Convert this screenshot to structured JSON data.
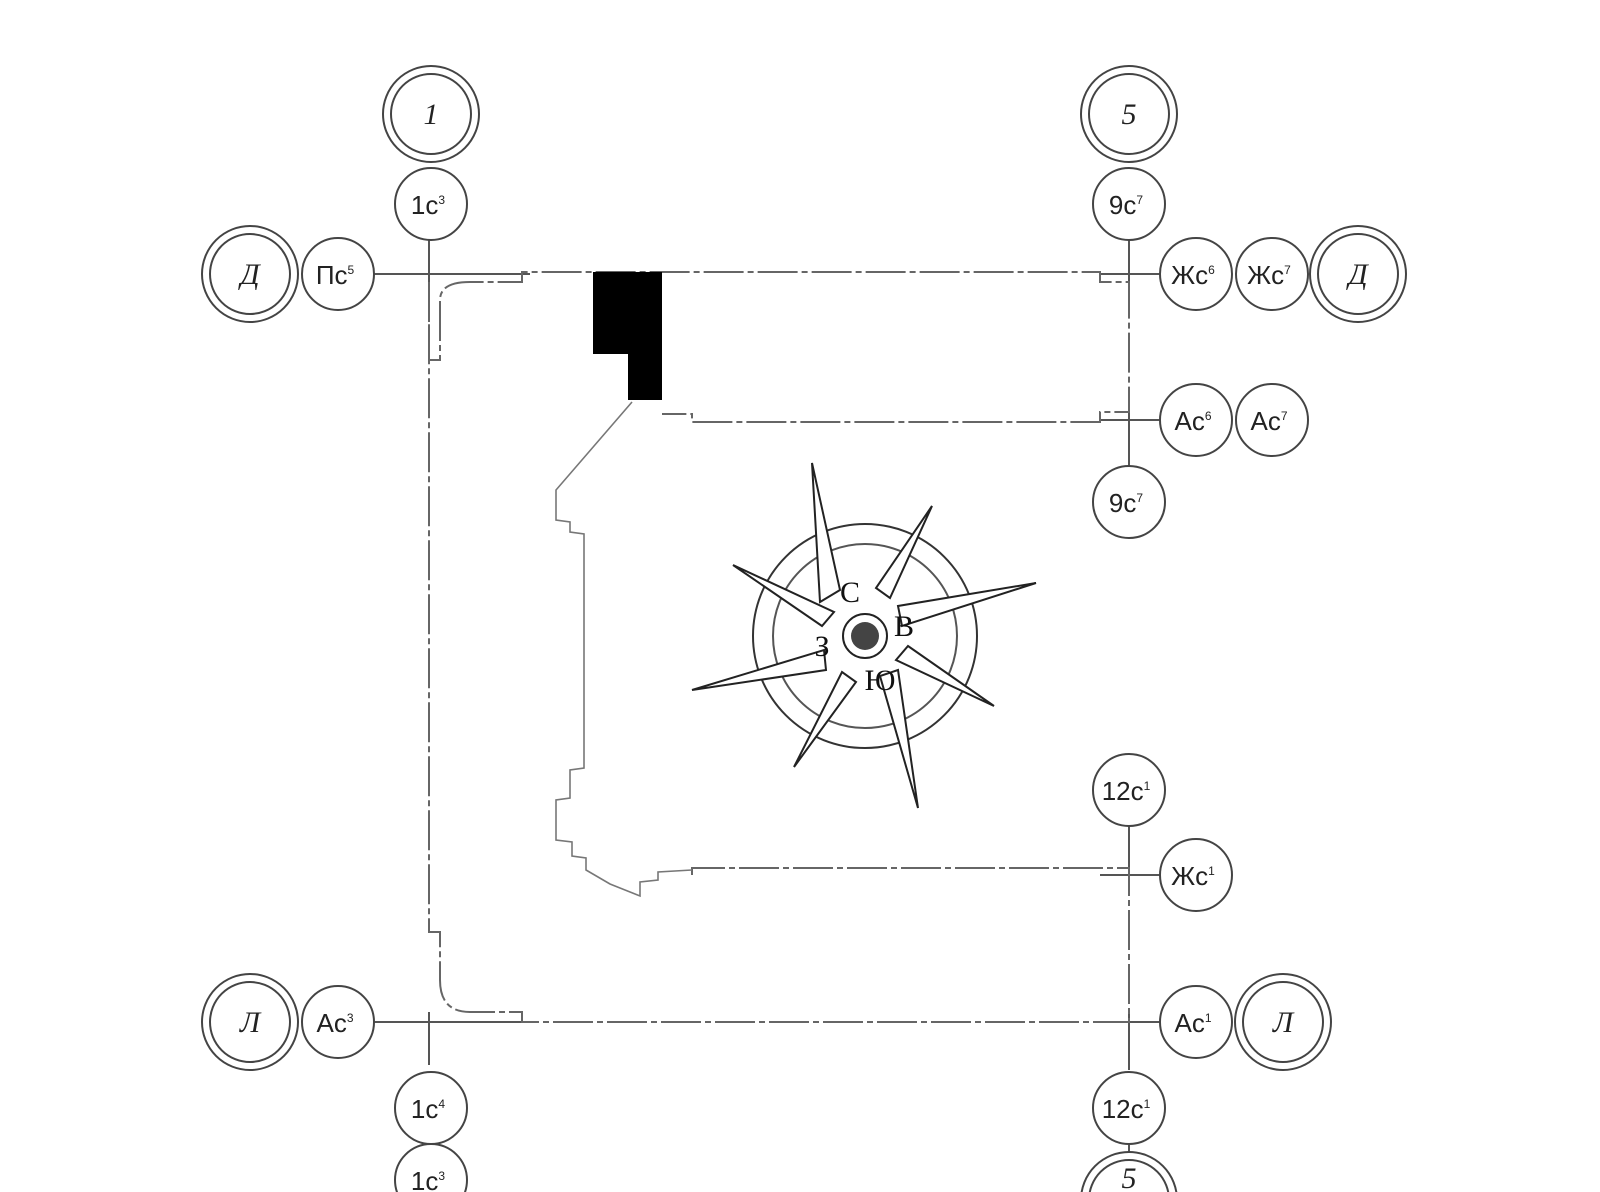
{
  "axis_markers": {
    "top_left": "1",
    "top_right": "5",
    "left_upper": "Д",
    "right_upper": "Д",
    "left_lower": "Л",
    "right_lower": "Л",
    "bottom_right": "5"
  },
  "bubbles": {
    "top_left": {
      "main": "1с",
      "sup": "3"
    },
    "top_right": {
      "main": "9с",
      "sup": "7"
    },
    "left_upper": {
      "main": "Пс",
      "sup": "5"
    },
    "right_upper_1": {
      "main": "Жс",
      "sup": "6"
    },
    "right_upper_2": {
      "main": "Жс",
      "sup": "7"
    },
    "right_mid_1": {
      "main": "Ас",
      "sup": "6"
    },
    "right_mid_2": {
      "main": "Ас",
      "sup": "7"
    },
    "right_mid_below": {
      "main": "9с",
      "sup": "7"
    },
    "right_lower_top": {
      "main": "12с",
      "sup": "1"
    },
    "right_lower_mid": {
      "main": "Жс",
      "sup": "1"
    },
    "left_lower": {
      "main": "Ас",
      "sup": "3"
    },
    "right_lower": {
      "main": "Ас",
      "sup": "1"
    },
    "bottom_left_1": {
      "main": "1с",
      "sup": "4"
    },
    "bottom_left_2": {
      "main": "1с",
      "sup": "3"
    },
    "bottom_right": {
      "main": "12с",
      "sup": "1"
    }
  },
  "compass": {
    "north": "С",
    "east": "В",
    "south": "Ю",
    "west": "З"
  }
}
